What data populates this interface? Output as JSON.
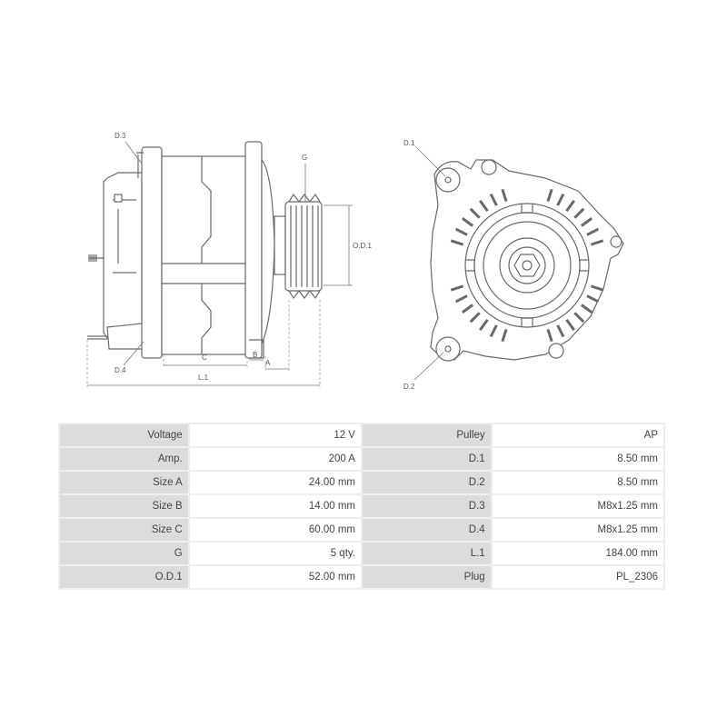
{
  "diagram": {
    "labels": {
      "d3": "D.3",
      "d4": "D.4",
      "g": "G",
      "od1": "O.D.1",
      "c": "C",
      "b": "B",
      "a": "A",
      "l1": "L.1",
      "d1": "D.1",
      "d2": "D.2"
    }
  },
  "specs": {
    "rows": [
      {
        "left_label": "Voltage",
        "left_value": "12 V",
        "right_label": "Pulley",
        "right_value": "AP"
      },
      {
        "left_label": "Amp.",
        "left_value": "200 A",
        "right_label": "D.1",
        "right_value": "8.50 mm"
      },
      {
        "left_label": "Size A",
        "left_value": "24.00 mm",
        "right_label": "D.2",
        "right_value": "8.50 mm"
      },
      {
        "left_label": "Size B",
        "left_value": "14.00 mm",
        "right_label": "D.3",
        "right_value": "M8x1.25 mm"
      },
      {
        "left_label": "Size C",
        "left_value": "60.00 mm",
        "right_label": "D.4",
        "right_value": "M8x1.25 mm"
      },
      {
        "left_label": "G",
        "left_value": "5  qty.",
        "right_label": "L.1",
        "right_value": "184.00 mm"
      },
      {
        "left_label": "O.D.1",
        "left_value": "52.00 mm",
        "right_label": "Plug",
        "right_value": "PL_2306"
      }
    ]
  }
}
